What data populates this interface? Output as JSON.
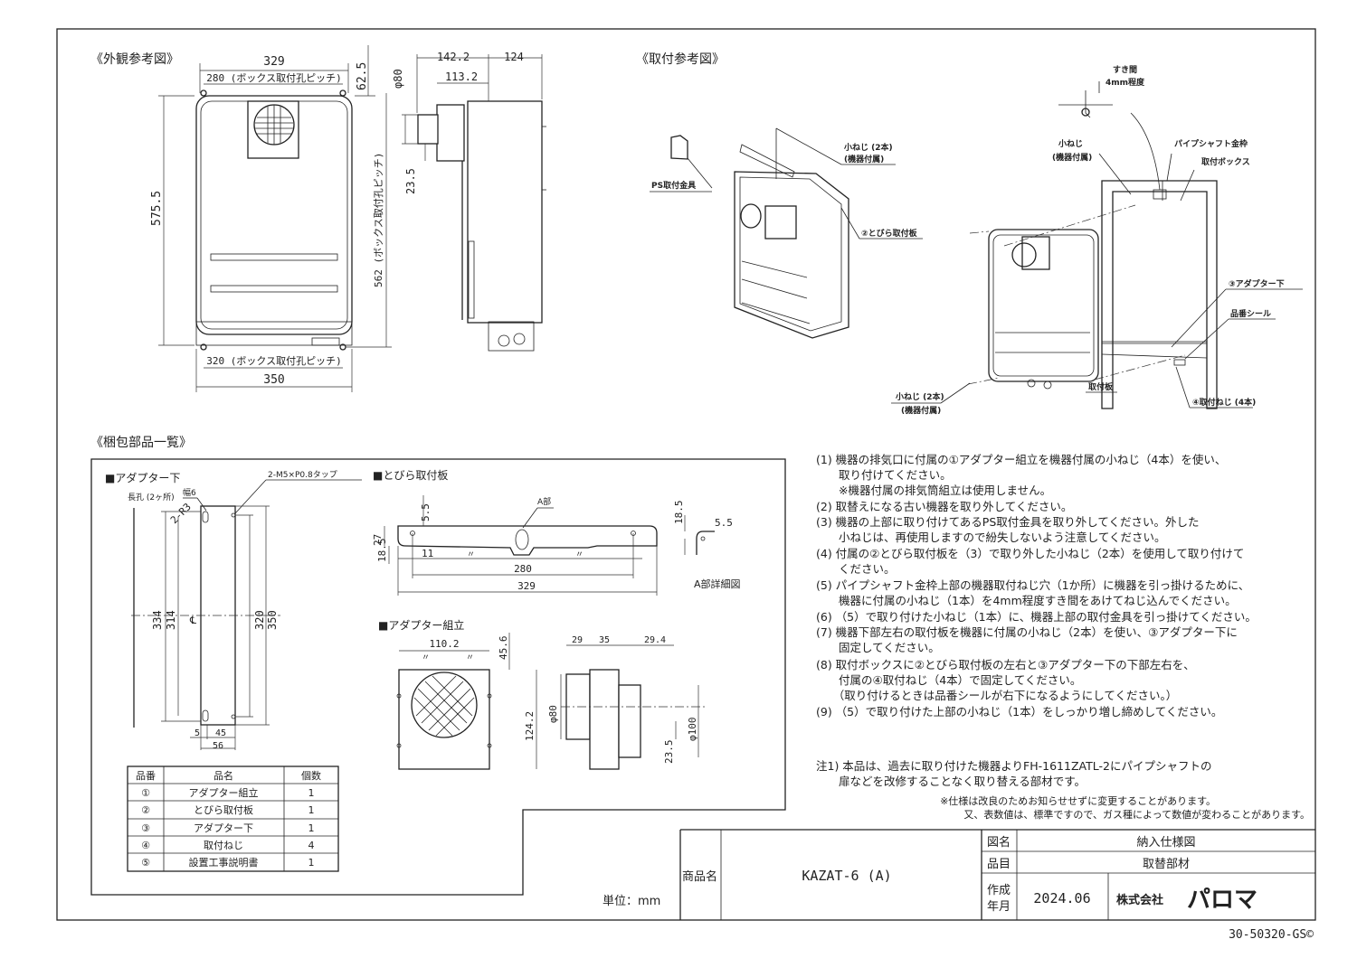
{
  "sections": {
    "exterior": "《外観参考図》",
    "install": "《取付参考図》",
    "parts": "《梱包部品一覧》"
  },
  "exterior_dims": {
    "w329": "329",
    "w280": "280 (ボックス取付孔ピッチ)",
    "h62": "62.5",
    "h575": "575.5",
    "h562": "562 (ボックス取付孔ピッチ)",
    "w320": "320 (ボックス取付孔ピッチ)",
    "w350": "350",
    "d80": "φ80",
    "w142": "142.2",
    "w124": "124",
    "w113": "113.2",
    "h23": "23.5"
  },
  "install_labels": {
    "ps_bracket": "PS取付金具",
    "screw2_top": "小ねじ (2本)",
    "screw2_top_sub": "(機器付属)",
    "door_plate": "②とびら取付板",
    "gap": "すき間",
    "gap_sub": "4mm程度",
    "screw_small": "小ねじ",
    "screw_small_sub": "(機器付属)",
    "pipe_frame": "パイプシャフト金枠",
    "mount_box": "取付ボックス",
    "adapter_bottom": "③アダプター下",
    "part_seal": "品番シール",
    "mount_plate": "取付板",
    "mount_screw": "④取付ねじ (4本)",
    "screw2_bot": "小ねじ (2本)",
    "screw2_bot_sub": "(機器付属)"
  },
  "parts_panel": {
    "adapter_bottom_title": "■アダプター下",
    "tap": "2-M5×P0.8タップ",
    "long_hole": "長孔 (2ヶ所)",
    "w6": "幅6",
    "r3": "2-R3",
    "h334": "334",
    "h314": "314",
    "h320": "320",
    "h350": "350",
    "b5": "5",
    "b45": "45",
    "b56": "56",
    "cl": "℄",
    "door_plate_title": "■とびら取付板",
    "a_part": "A部",
    "d55": "5.5",
    "d27": "27",
    "d11": "11",
    "d185": "18.5",
    "d280": "280",
    "d329": "329",
    "quote": "〃",
    "a_detail": "A部詳細図",
    "ad185": "18.5",
    "ad55": "5.5",
    "adapter_assy_title": "■アダプター組立",
    "w1102": "110.2",
    "h456": "45.6",
    "h1242": "124.2",
    "p80": "φ80",
    "p100": "φ100",
    "h235": "23.5",
    "s29a": "29",
    "s35": "35",
    "s294": "29.4"
  },
  "parts_table": {
    "headers": [
      "品番",
      "品名",
      "個数"
    ],
    "rows": [
      [
        "①",
        "アダプター組立",
        "1"
      ],
      [
        "②",
        "とびら取付板",
        "1"
      ],
      [
        "③",
        "アダプター下",
        "1"
      ],
      [
        "④",
        "取付ねじ",
        "4"
      ],
      [
        "⑤",
        "設置工事説明書",
        "1"
      ]
    ]
  },
  "instructions": [
    "(1) 機器の排気口に付属の①アダプター組立を機器付属の小ねじ（4本）を使い、",
    "　　取り付けてください。",
    "　　※機器付属の排気筒組立は使用しません。",
    "(2) 取替えになる古い機器を取り外してください。",
    "(3) 機器の上部に取り付けてあるPS取付金具を取り外してください。外した",
    "　　小ねじは、再使用しますので紛失しないよう注意してください。",
    "(4) 付属の②とびら取付板を（3）で取り外した小ねじ（2本）を使用して取り付けて",
    "　　ください。",
    "(5) パイプシャフト金枠上部の機器取付ねじ穴（1か所）に機器を引っ掛けるために、",
    "　　機器に付属の小ねじ（1本）を4mm程度すき間をあけてねじ込んでください。",
    "(6) （5）で取り付けた小ねじ（1本）に、機器上部の取付金具を引っ掛けてください。",
    "(7) 機器下部左右の取付板を機器に付属の小ねじ（2本）を使い、③アダプター下に",
    "　　固定してください。",
    "(8) 取付ボックスに②とびら取付板の左右と③アダプター下の下部左右を、",
    "　　付属の④取付ねじ（4本）で固定してください。",
    "　　（取り付けるときは品番シールが右下になるようにしてください。）",
    "(9) （5）で取り付けた上部の小ねじ（1本）をしっかり増し締めしてください。"
  ],
  "notes": {
    "note1a": "注1) 本品は、過去に取り付けた機器よりFH-1611ZATL-2にパイプシャフトの",
    "note1b": "　　扉などを改修することなく取り替える部材です。",
    "spec1": "※仕様は改良のためお知らせせずに変更することがあります。",
    "spec2": "又、表数値は、標準ですので、ガス種によって数値が変わることがあります。"
  },
  "title_block": {
    "unit": "単位：mm",
    "product_label": "商品名",
    "product": "KAZAT-6 (A)",
    "drawing_label": "図名",
    "drawing": "納入仕様図",
    "item_label": "品目",
    "item": "取替部材",
    "date_label_1": "作成",
    "date_label_2": "年月",
    "date": "2024.06",
    "company_prefix": "株式会社",
    "company": "パロマ",
    "doc_no": "30-50320-GS©"
  }
}
